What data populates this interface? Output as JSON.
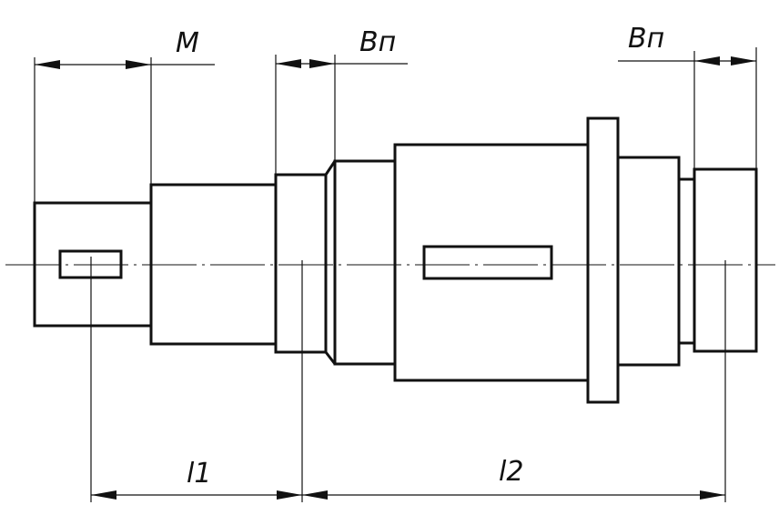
{
  "dimensions": {
    "m": "M",
    "bn_left": "Вп",
    "bn_right": "Вп",
    "l1": "l1",
    "l2": "l2"
  }
}
